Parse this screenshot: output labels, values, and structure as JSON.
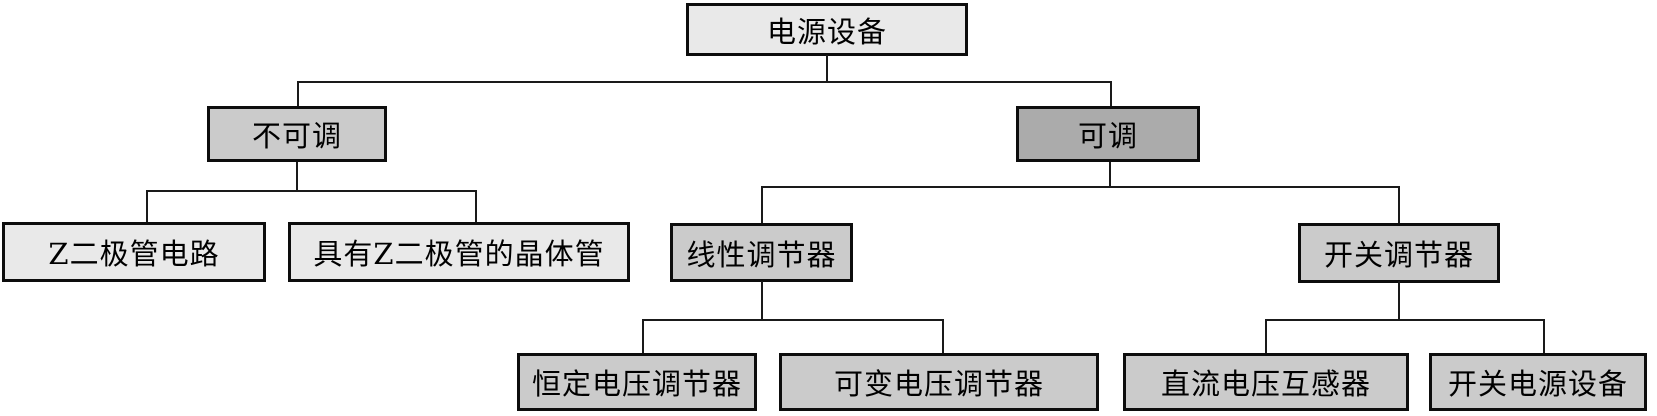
{
  "diagram_type": "tree",
  "colors": {
    "background": "#ffffff",
    "box_border": "#0d0d0d",
    "connector": "#1a1a1a",
    "text": "#000000",
    "light_fill": "#e9e9e9",
    "medium_fill": "#cbcbcb",
    "dark_fill": "#ababab"
  },
  "nodes": {
    "root": {
      "label": "电源设备",
      "level": 1,
      "tone": "light"
    },
    "non_adjustable": {
      "label": "不可调",
      "level": 2,
      "tone": "medium"
    },
    "adjustable": {
      "label": "可调",
      "level": 2,
      "tone": "dark"
    },
    "z_diode_circuit": {
      "label": "Z二极管电路",
      "level": 3,
      "tone": "light"
    },
    "transistor_with_z": {
      "label": "具有Z二极管的晶体管",
      "level": 3,
      "tone": "light"
    },
    "linear_regulator": {
      "label": "线性调节器",
      "level": 3,
      "tone": "medium"
    },
    "switching_regulator": {
      "label": "开关调节器",
      "level": 3,
      "tone": "medium"
    },
    "constant_voltage_reg": {
      "label": "恒定电压调节器",
      "level": 4,
      "tone": "medium"
    },
    "variable_voltage_reg": {
      "label": "可变电压调节器",
      "level": 4,
      "tone": "medium"
    },
    "dc_voltage_transformer": {
      "label": "直流电压互感器",
      "level": 4,
      "tone": "medium"
    },
    "switching_power_supply": {
      "label": "开关电源设备",
      "level": 4,
      "tone": "medium"
    }
  },
  "edges": [
    {
      "from": "电源设备",
      "to": "不可调"
    },
    {
      "from": "电源设备",
      "to": "可调"
    },
    {
      "from": "不可调",
      "to": "Z二极管电路"
    },
    {
      "from": "不可调",
      "to": "具有Z二极管的晶体管"
    },
    {
      "from": "可调",
      "to": "线性调节器"
    },
    {
      "from": "可调",
      "to": "开关调节器"
    },
    {
      "from": "线性调节器",
      "to": "恒定电压调节器"
    },
    {
      "from": "线性调节器",
      "to": "可变电压调节器"
    },
    {
      "from": "开关调节器",
      "to": "直流电压互感器"
    },
    {
      "from": "开关调节器",
      "to": "开关电源设备"
    }
  ]
}
